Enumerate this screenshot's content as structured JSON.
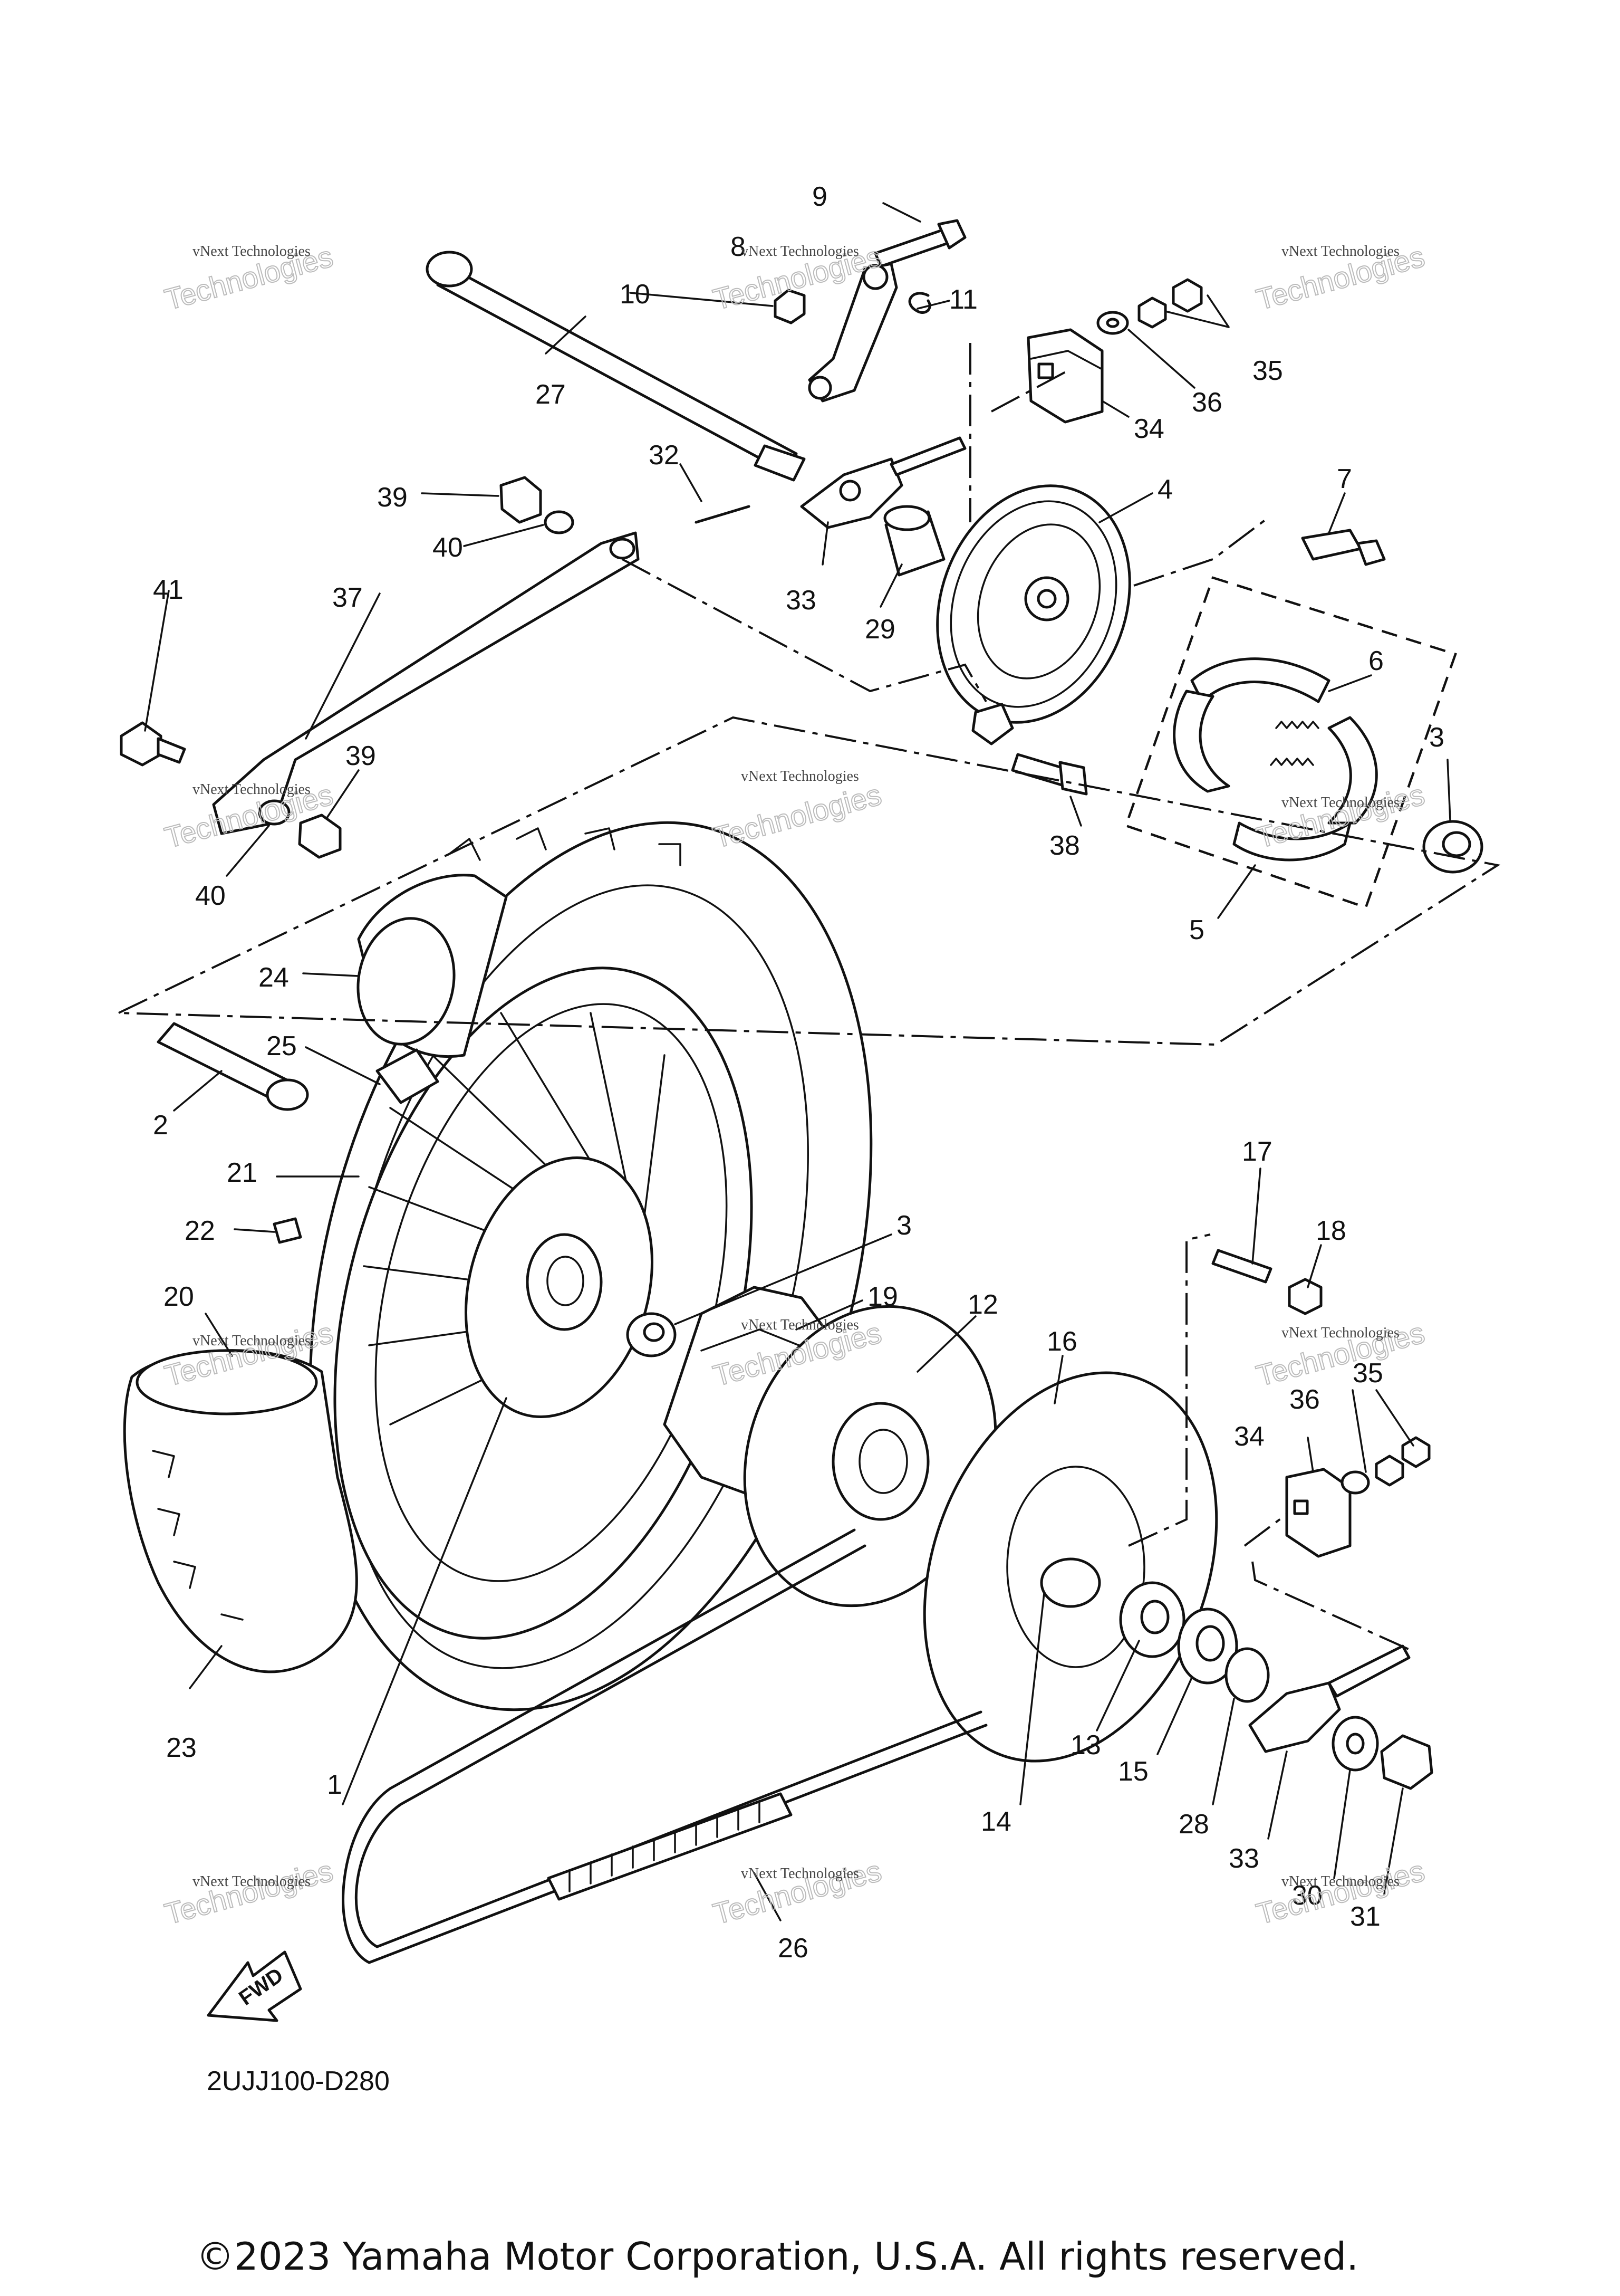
{
  "diagram": {
    "code": "2UJJ100-D280",
    "copyright": "©2023 Yamaha Motor Corporation, U.S.A. All rights reserved.",
    "direction_label": "FWD",
    "watermark_small": "vNext Technologies",
    "watermark_large": "Technologies",
    "callouts": [
      "1",
      "2",
      "3",
      "3",
      "4",
      "5",
      "6",
      "7",
      "8",
      "9",
      "10",
      "11",
      "12",
      "13",
      "14",
      "15",
      "16",
      "17",
      "18",
      "19",
      "20",
      "21",
      "22",
      "23",
      "24",
      "25",
      "26",
      "27",
      "28",
      "29",
      "30",
      "31",
      "32",
      "33",
      "33",
      "34",
      "34",
      "35",
      "35",
      "36",
      "36",
      "37",
      "38",
      "39",
      "39",
      "40",
      "40",
      "41"
    ]
  }
}
